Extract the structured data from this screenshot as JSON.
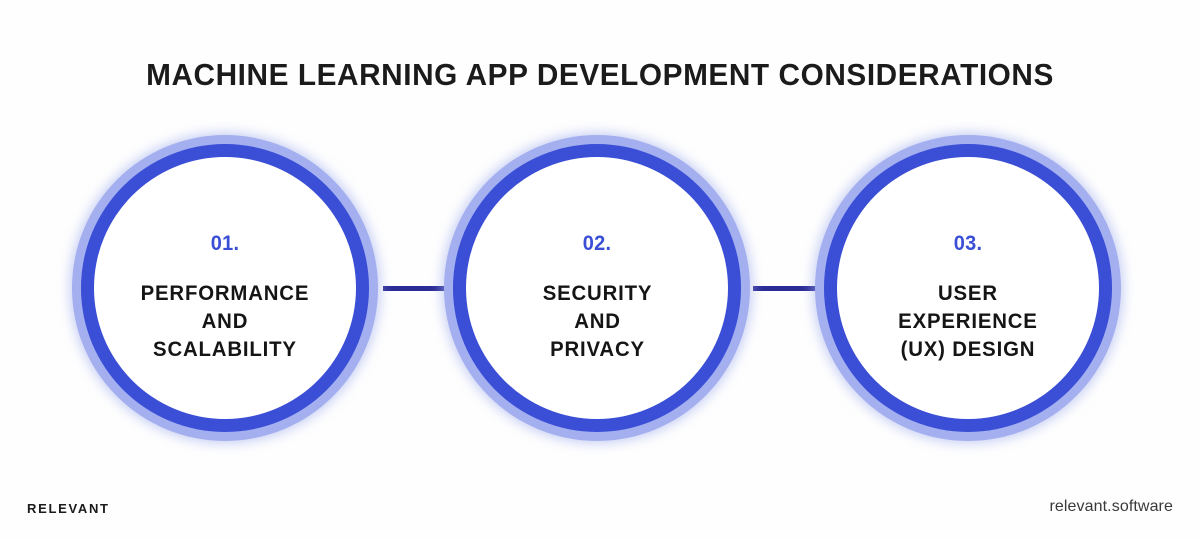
{
  "page": {
    "title": "MACHINE LEARNING APP DEVELOPMENT CONSIDERATIONS",
    "background_color": "#fefefe"
  },
  "theme": {
    "ring_outer_color": "#a3afef",
    "ring_inner_color": "#3a4ed6",
    "connector_color": "#2c2c96",
    "number_color": "#3a4ed6",
    "text_color": "#151515",
    "disc_fill": "#ffffff"
  },
  "diagram": {
    "type": "linked-circles",
    "nodes": [
      {
        "number": "01.",
        "label": "PERFORMANCE\nAND\nSCALABILITY"
      },
      {
        "number": "02.",
        "label": "SECURITY\nAND\nPRIVACY"
      },
      {
        "number": "03.",
        "label": "USER\nEXPERIENCE\n(UX) DESIGN"
      }
    ],
    "connectors": [
      {
        "from": "01.",
        "to": "02."
      },
      {
        "from": "02.",
        "to": "03."
      }
    ]
  },
  "footer": {
    "brand": "RELEVANT",
    "website": "relevant.software"
  }
}
